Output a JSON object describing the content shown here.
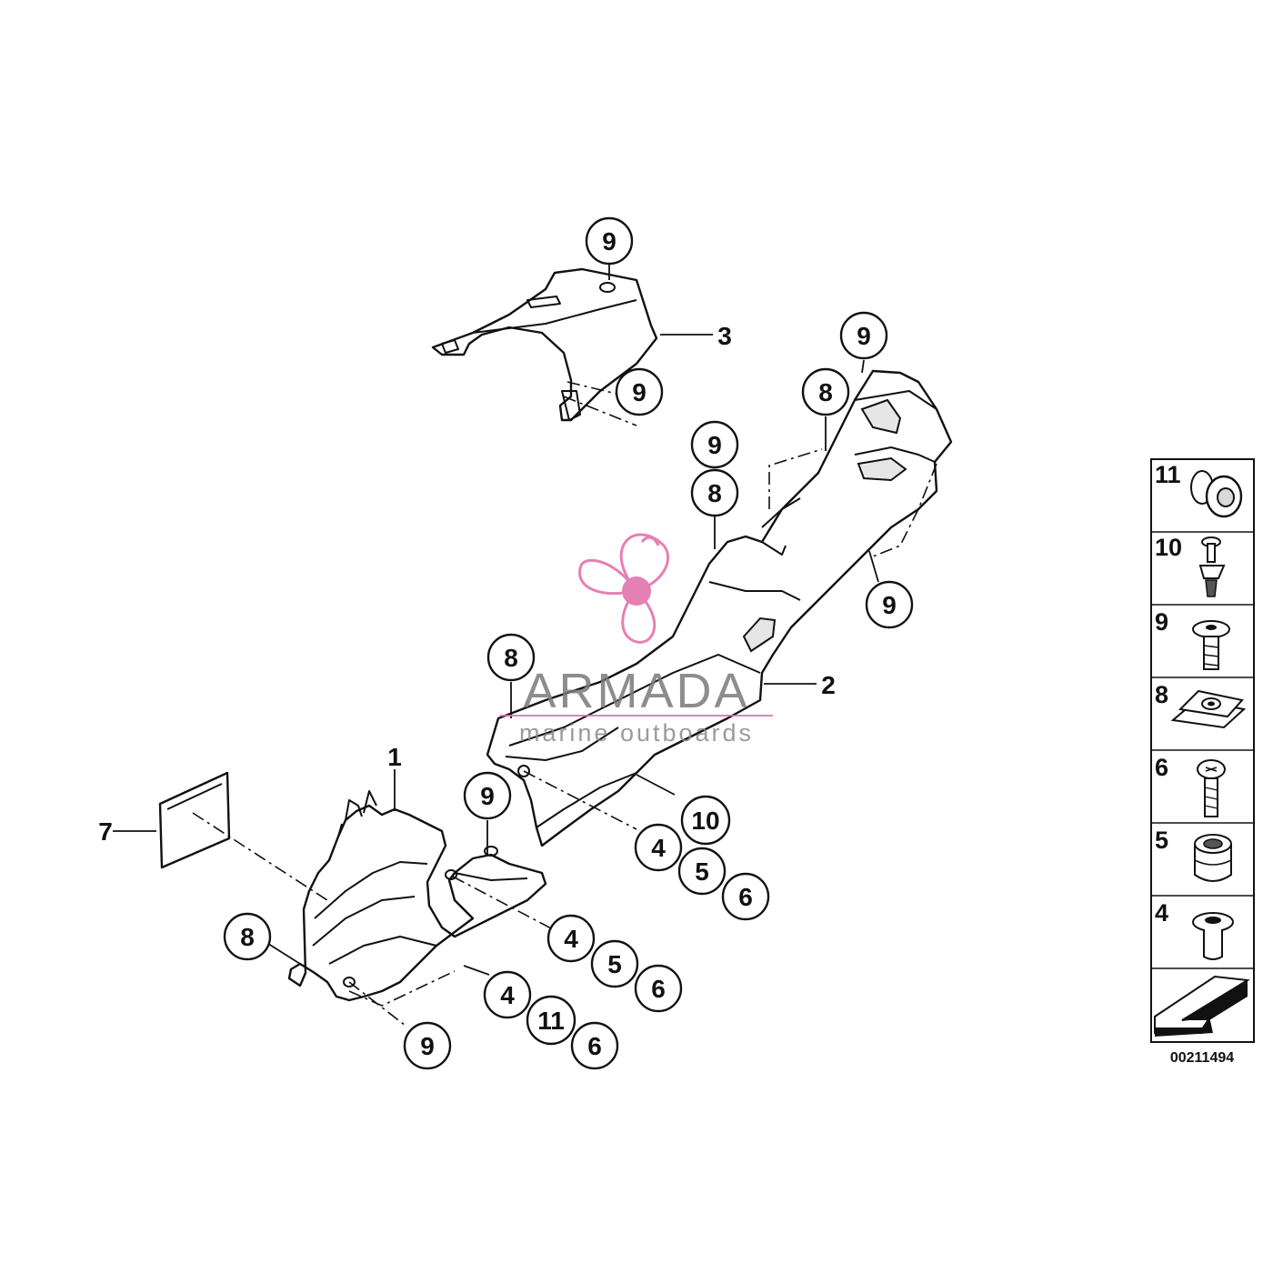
{
  "diagram": {
    "diagram_code": "00211494",
    "watermark": {
      "brand": "ARMADA",
      "tagline": "marine outboards",
      "accent_color": "#e06aa8"
    },
    "callouts": [
      {
        "id": "c9a",
        "label": "9"
      },
      {
        "id": "c9b",
        "label": "9"
      },
      {
        "id": "c9c",
        "label": "9"
      },
      {
        "id": "c8a",
        "label": "8"
      },
      {
        "id": "c9d",
        "label": "9"
      },
      {
        "id": "c8b",
        "label": "8"
      },
      {
        "id": "c9e",
        "label": "9"
      },
      {
        "id": "c8c",
        "label": "8"
      },
      {
        "id": "c9f",
        "label": "9"
      },
      {
        "id": "c10",
        "label": "10"
      },
      {
        "id": "c4a",
        "label": "4"
      },
      {
        "id": "c5a",
        "label": "5"
      },
      {
        "id": "c6a",
        "label": "6"
      },
      {
        "id": "c4b",
        "label": "4"
      },
      {
        "id": "c5b",
        "label": "5"
      },
      {
        "id": "c6b",
        "label": "6"
      },
      {
        "id": "c8d",
        "label": "8"
      },
      {
        "id": "c4c",
        "label": "4"
      },
      {
        "id": "c11",
        "label": "11"
      },
      {
        "id": "c6c",
        "label": "6"
      },
      {
        "id": "c9g",
        "label": "9"
      }
    ],
    "part_labels": [
      {
        "id": "p1",
        "label": "1"
      },
      {
        "id": "p2",
        "label": "2"
      },
      {
        "id": "p3",
        "label": "3"
      },
      {
        "id": "p7",
        "label": "7"
      }
    ],
    "legend": [
      {
        "label": "11",
        "icon": "grommet-icon"
      },
      {
        "label": "10",
        "icon": "expanding-rivet-icon"
      },
      {
        "label": "9",
        "icon": "collar-screw-icon"
      },
      {
        "label": "8",
        "icon": "clip-nut-icon"
      },
      {
        "label": "6",
        "icon": "screw-icon"
      },
      {
        "label": "5",
        "icon": "rubber-bushing-icon"
      },
      {
        "label": "4",
        "icon": "spacer-sleeve-icon"
      }
    ]
  }
}
